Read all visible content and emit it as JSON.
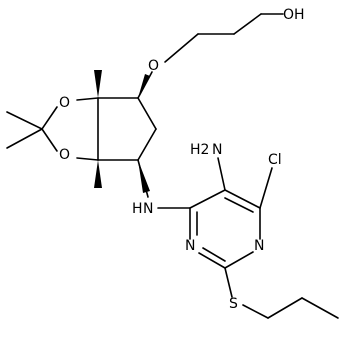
{
  "structure": {
    "atoms": {
      "oh": "OH",
      "o_ether": "O",
      "o_top": "O",
      "o_bottom": "O",
      "nh_link": "N",
      "h_link": "H",
      "nh2_n": "N",
      "nh2_h2": "H2",
      "cl": "Cl",
      "n_ring_right": "N",
      "n_ring_left": "N",
      "s": "S"
    },
    "colors": {
      "bond": "#000000",
      "label": "#000000"
    }
  }
}
